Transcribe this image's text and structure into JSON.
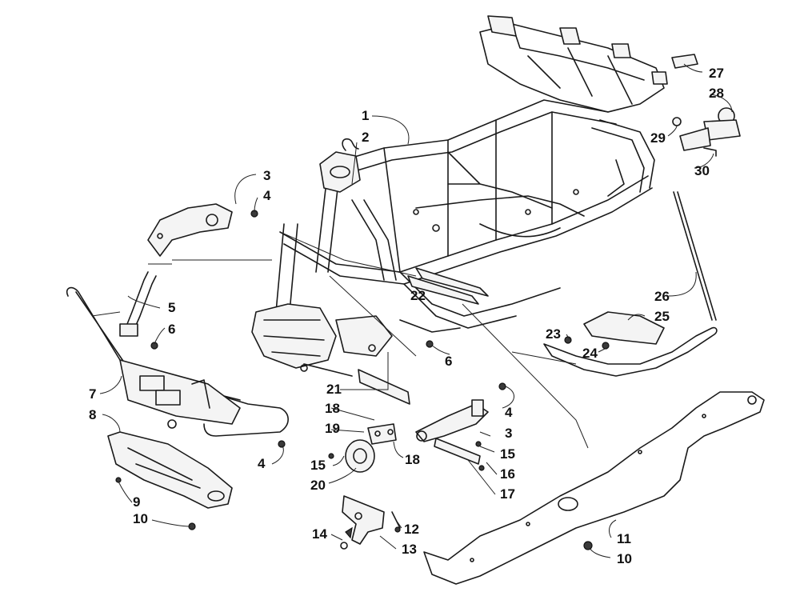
{
  "callouts": {
    "c1": "1",
    "c2": "2",
    "c3a": "3",
    "c4a": "4",
    "c5": "5",
    "c6a": "6",
    "c7": "7",
    "c8": "8",
    "c9": "9",
    "c10a": "10",
    "c4b": "4",
    "c21": "21",
    "c18a": "18",
    "c19": "19",
    "c15a": "15",
    "c18b": "18",
    "c20": "20",
    "c6b": "6",
    "c4c": "4",
    "c3b": "3",
    "c15b": "15",
    "c16": "16",
    "c17": "17",
    "c14": "14",
    "c12": "12",
    "c13": "13",
    "c22": "22",
    "c23": "23",
    "c24": "24",
    "c25": "25",
    "c26": "26",
    "c27": "27",
    "c28": "28",
    "c29": "29",
    "c30": "30",
    "c11": "11",
    "c10b": "10"
  }
}
